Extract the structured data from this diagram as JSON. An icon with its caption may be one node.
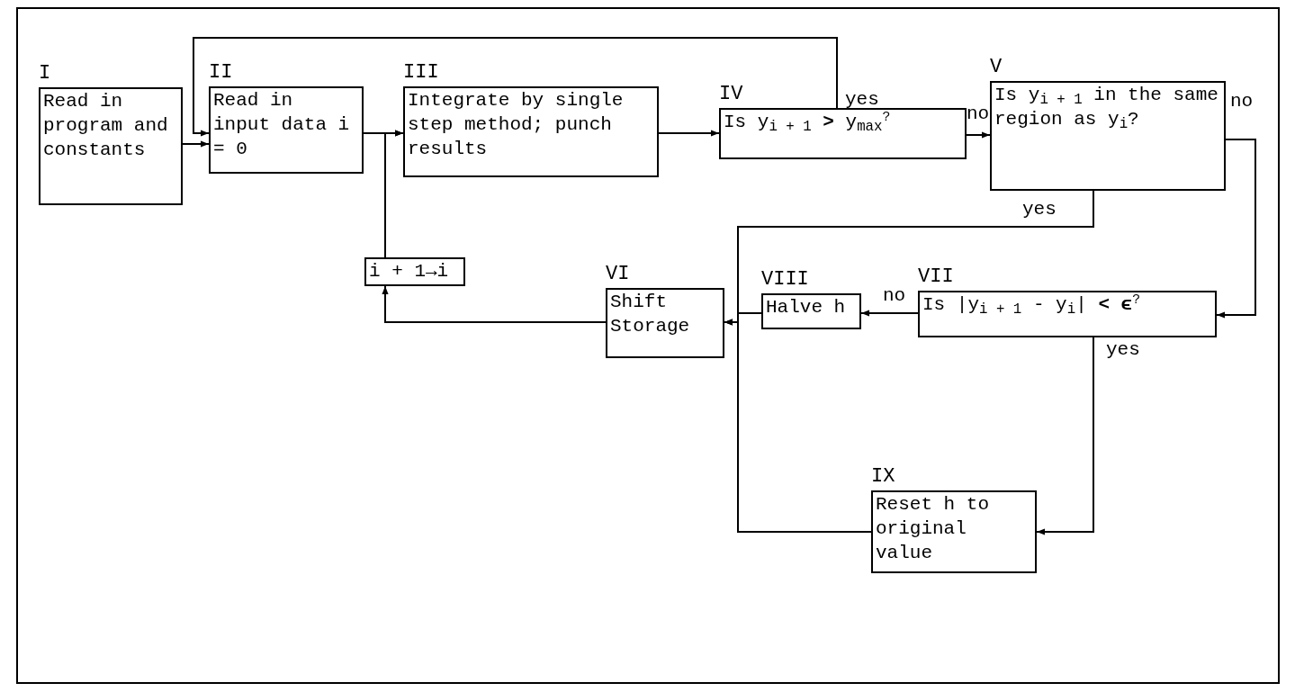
{
  "diagram": {
    "nodes": [
      {
        "text": [
          "I",
          "Read in program and constants"
        ]
      },
      {
        "text": [
          "II",
          "Read in input data i = 0"
        ]
      },
      {
        "text": [
          "III",
          "Integrate by single step method; punch results"
        ]
      },
      {
        "text": [
          "IV",
          "Is y$_{i + 1}$ **>** y$_{max}$$^{?}$"
        ]
      },
      {
        "text": [
          "V",
          "Is y$_{i + 1}$ in the same region as y$_{i}$?"
        ]
      },
      {
        "text": [
          "i + 1→i"
        ]
      },
      {
        "text": [
          "VI",
          "Shift Storage"
        ]
      },
      {
        "text": [
          "VIII",
          "Halve h"
        ]
      },
      {
        "text": [
          "VII",
          "Is |y$_{i + 1}$ - y$_{i}$| **<** **ϵ**$^{?}$"
        ]
      },
      {
        "text": [
          "IX",
          "Reset h to original value"
        ]
      }
    ],
    "edges": [
      {
        "from": 0,
        "to": 1,
        "arrow": "to"
      },
      {
        "from": 1,
        "to": 2,
        "arrow": "to"
      },
      {
        "from": 2,
        "to": 3,
        "arrow": "to"
      },
      {
        "from": 3,
        "to": 1,
        "arrow": "to",
        "label": "yes"
      },
      {
        "from": 3,
        "to": 4,
        "arrow": "to",
        "label": "no"
      },
      {
        "from": 4,
        "to": 6,
        "arrow": "to",
        "label": "yes"
      },
      {
        "from": 4,
        "to": 8,
        "arrow": "to",
        "label": "no"
      },
      {
        "from": 8,
        "to": 7,
        "arrow": "to",
        "label": "no"
      },
      {
        "from": 8,
        "to": 9,
        "arrow": "to",
        "label": "yes"
      },
      {
        "from": 7,
        "to": 6,
        "arrow": "to"
      },
      {
        "from": 9,
        "to": 6,
        "arrow": "to"
      },
      {
        "from": 6,
        "to": 5,
        "arrow": "to"
      },
      {
        "from": 5,
        "to": 2,
        "arrow": "to"
      }
    ]
  }
}
